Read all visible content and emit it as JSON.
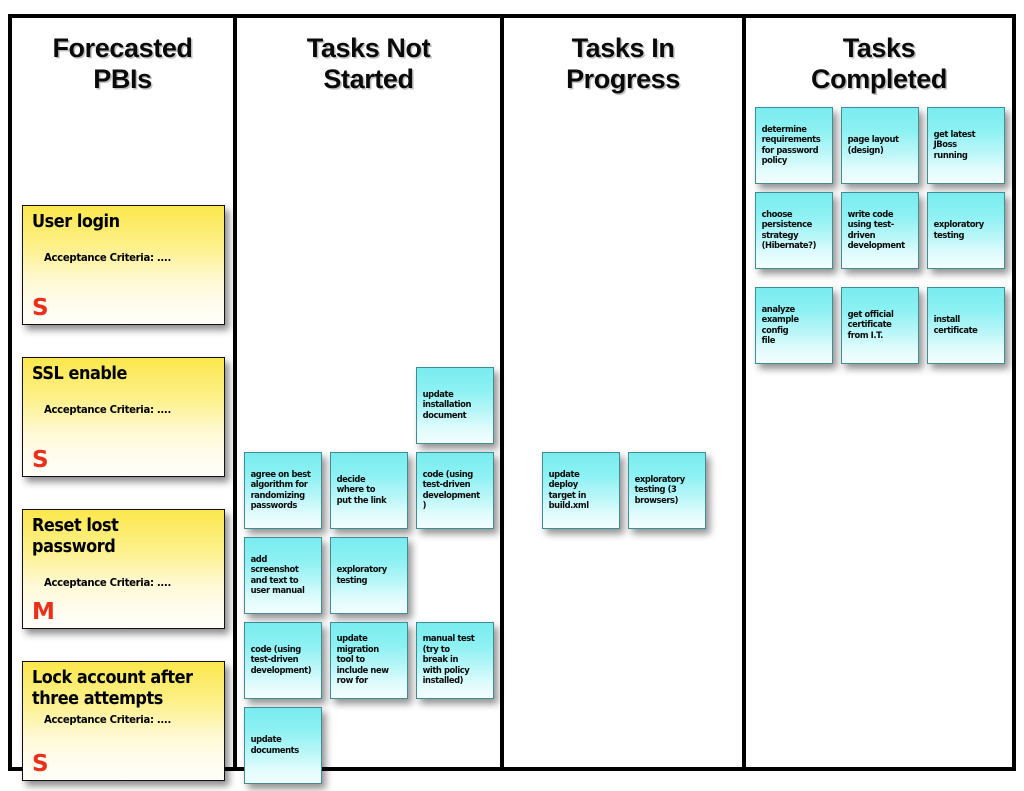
{
  "board": {
    "columns": [
      {
        "id": "forecasted-pbis",
        "title": "Forecasted\nPBIs",
        "kind": "pbi",
        "cards": [
          {
            "title": "User login",
            "criteria": "Acceptance Criteria: ....",
            "size": "S"
          },
          {
            "title": "SSL enable",
            "criteria": "Acceptance Criteria: ....",
            "size": "S"
          },
          {
            "title": "Reset lost password",
            "criteria": "Acceptance Criteria: ....",
            "size": "M"
          },
          {
            "title": "Lock account after\nthree attempts",
            "criteria": "Acceptance Criteria: ....",
            "size": "S"
          }
        ]
      },
      {
        "id": "tasks-not-started",
        "title": "Tasks Not\nStarted",
        "kind": "task",
        "cards": [
          {
            "text": "update\ninstallation\ndocument",
            "col": 2,
            "row": 0
          },
          {
            "text": "agree on best\nalgorithm for\nrandomizing\npasswords",
            "col": 0,
            "row": 1
          },
          {
            "text": "decide\nwhere to\nput the link",
            "col": 1,
            "row": 1
          },
          {
            "text": "code (using\ntest-driven\ndevelopment\n)",
            "col": 2,
            "row": 1
          },
          {
            "text": "add\nscreenshot\nand text to\nuser manual",
            "col": 0,
            "row": 2
          },
          {
            "text": "exploratory\ntesting",
            "col": 1,
            "row": 2
          },
          {
            "text": "code (using\ntest-driven\ndevelopment)",
            "col": 0,
            "row": 3
          },
          {
            "text": "update\nmigration\ntool to\ninclude new\nrow for",
            "col": 1,
            "row": 3
          },
          {
            "text": "manual test\n(try to\nbreak in\nwith policy\ninstalled)",
            "col": 2,
            "row": 3
          },
          {
            "text": "update\ndocuments",
            "col": 0,
            "row": 4
          }
        ]
      },
      {
        "id": "tasks-in-progress",
        "title": "Tasks In\nProgress",
        "kind": "task",
        "cards": [
          {
            "text": "update\ndeploy\ntarget in\nbuild.xml",
            "col": 0,
            "row": 1
          },
          {
            "text": "exploratory\ntesting (3\nbrowsers)",
            "col": 1,
            "row": 1
          }
        ]
      },
      {
        "id": "tasks-completed",
        "title": "Tasks\nCompleted",
        "kind": "task",
        "cards": [
          {
            "text": "determine\nrequirements\nfor password\npolicy",
            "col": 0,
            "row": -3
          },
          {
            "text": "page layout\n(design)",
            "col": 1,
            "row": -3
          },
          {
            "text": "get latest\nJBoss\nrunning",
            "col": 2,
            "row": -3
          },
          {
            "text": "choose\npersistence\nstrategy\n(Hibernate?)",
            "col": 0,
            "row": -2
          },
          {
            "text": "write code\nusing test-\ndriven\ndevelopment",
            "col": 1,
            "row": -2
          },
          {
            "text": "exploratory\ntesting",
            "col": 2,
            "row": -2
          },
          {
            "text": "analyze\nexample config\nfile",
            "col": 0,
            "row": -1
          },
          {
            "text": "get official\ncertificate\nfrom I.T.",
            "col": 1,
            "row": -1
          },
          {
            "text": "install\ncertificate",
            "col": 2,
            "row": -1
          }
        ]
      }
    ]
  },
  "colors": {
    "pbi_card_top": "#fbe84c",
    "pbi_card_bottom": "#fffef8",
    "task_card_top": "#79ecef",
    "task_card_bottom": "#f2feff",
    "size_badge": "#e8301b",
    "border": "#000000",
    "background": "#ffffff"
  }
}
